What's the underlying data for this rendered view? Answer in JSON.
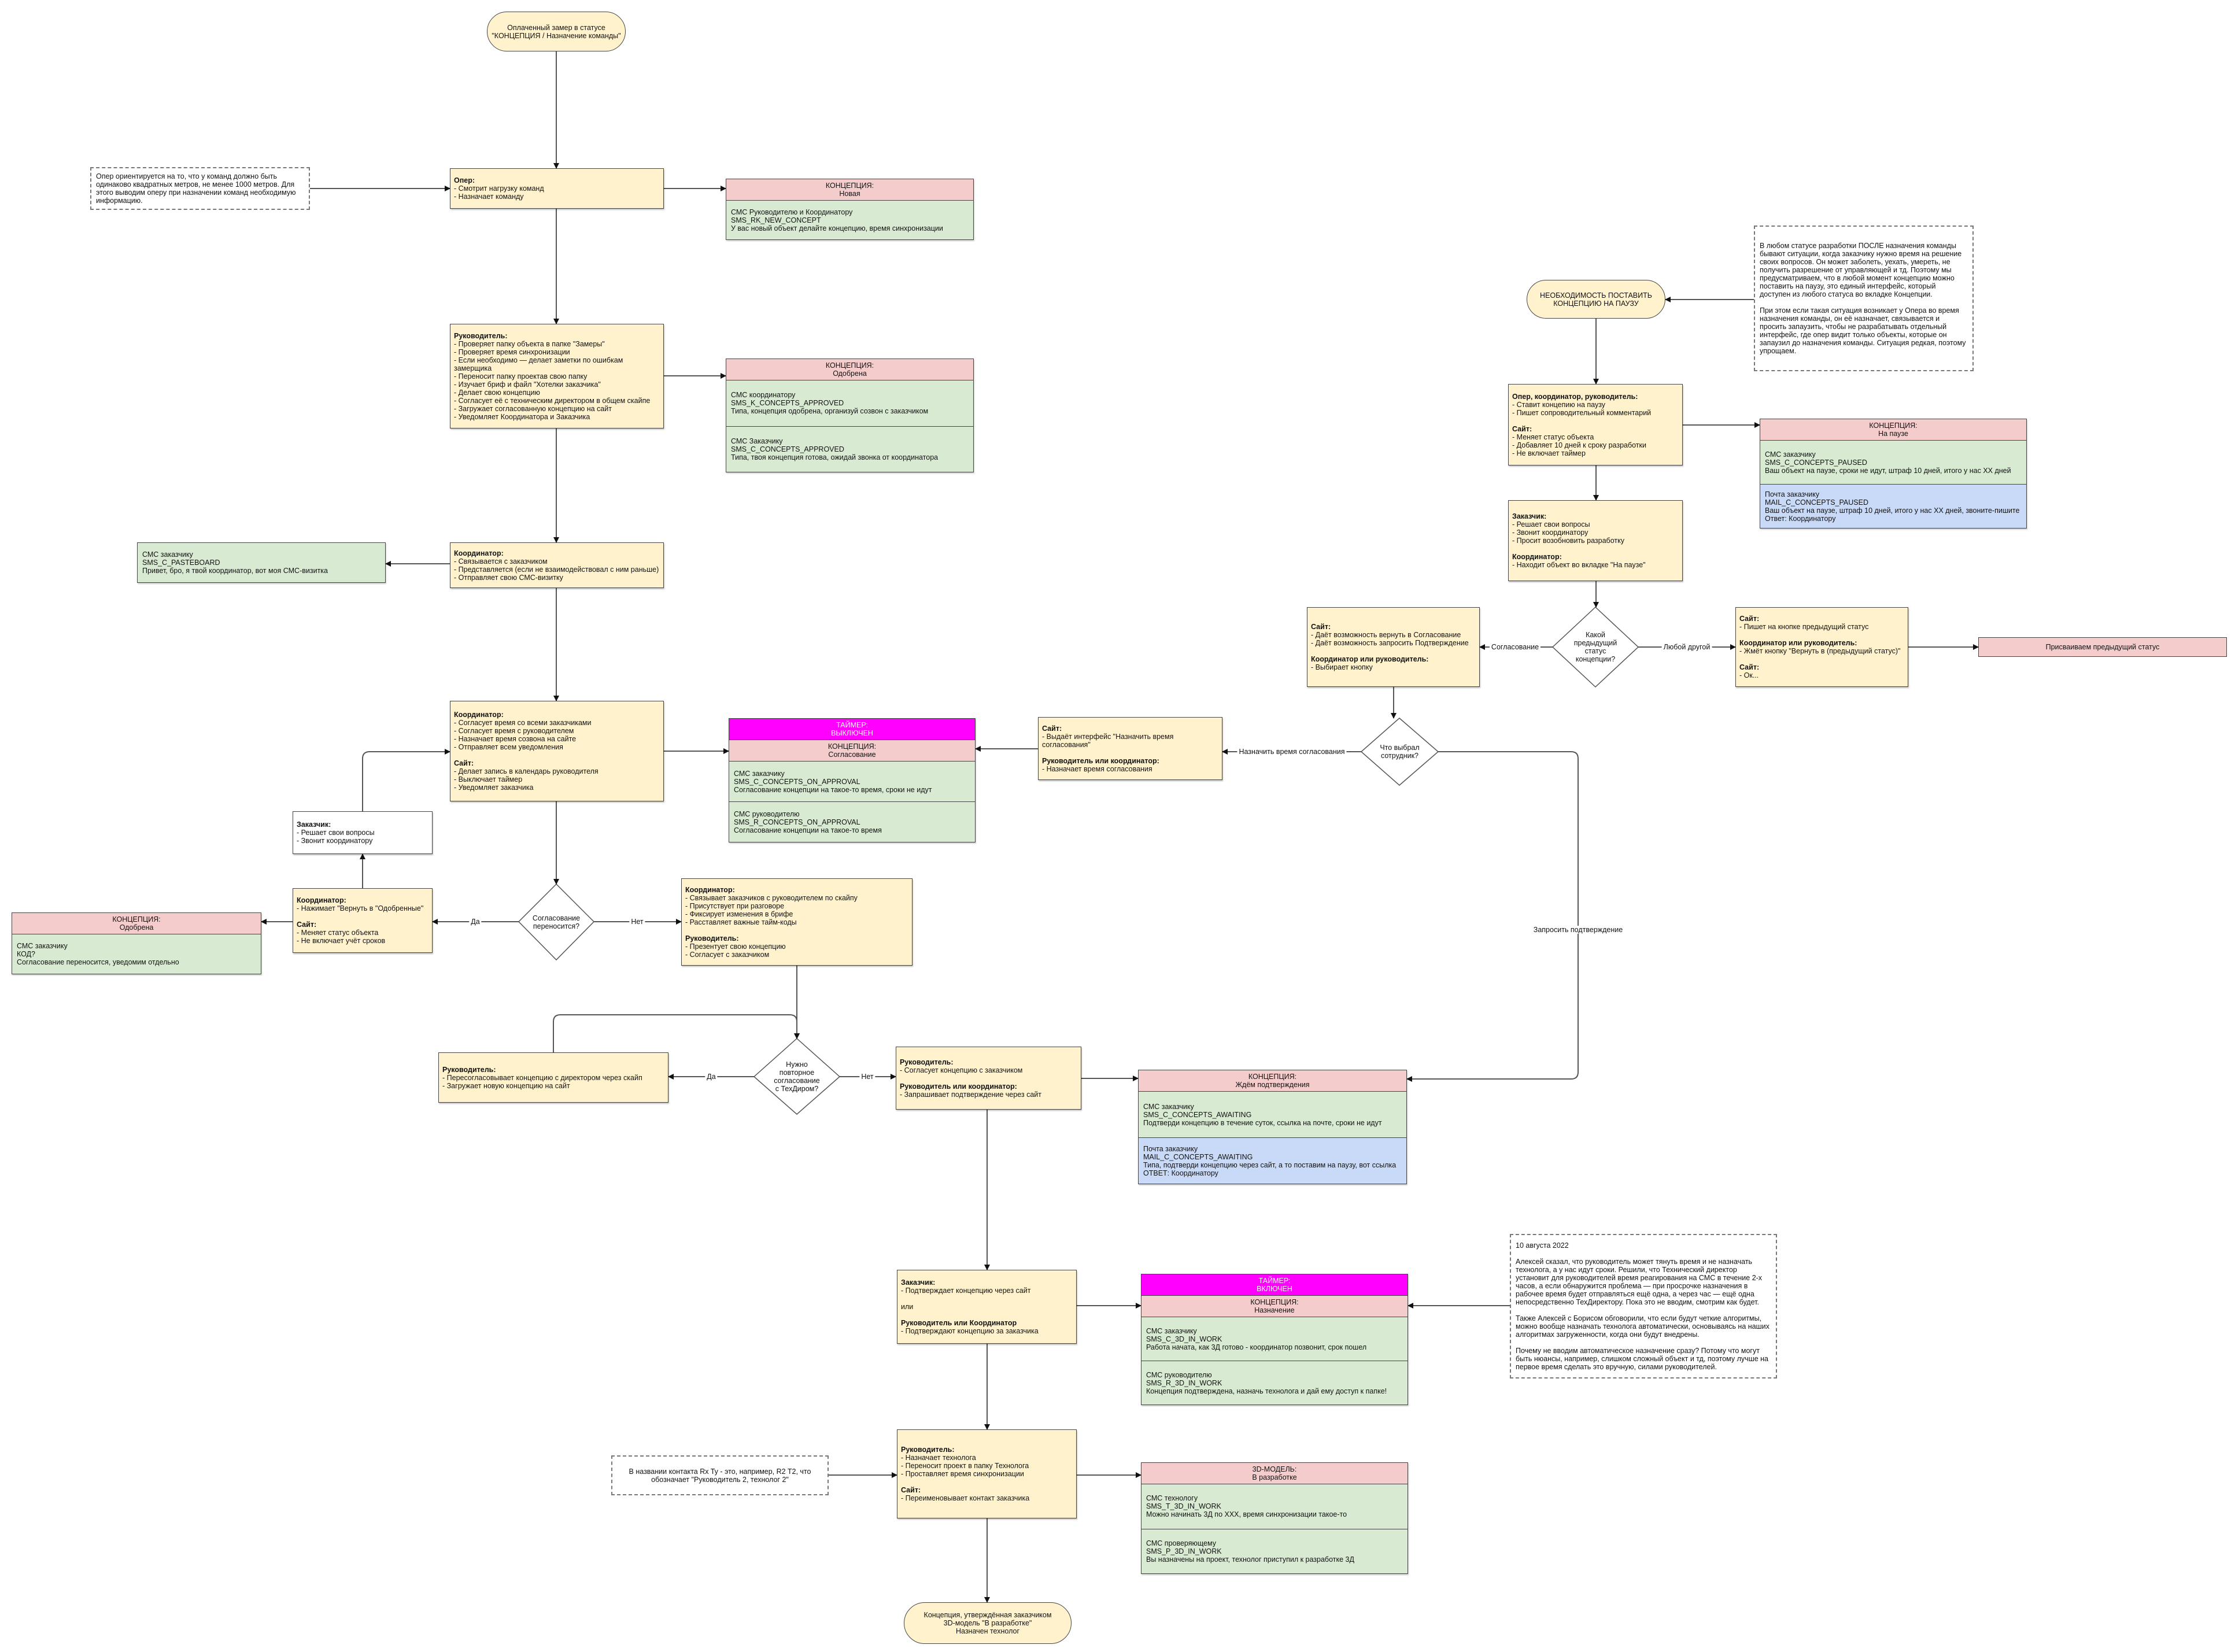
{
  "colors": {
    "process": "#fff2cc",
    "status": "#f4cccc",
    "sms": "#d9ead3",
    "mail": "#c9daf8",
    "timer": "#ff00ff"
  },
  "start": {
    "lines": [
      "Оплаченный замер в статусе",
      "\"КОНЦЕПЦИЯ / Назначение команды\""
    ]
  },
  "note_oper": {
    "paragraphs": [
      "Опер ориентируется на то, что у команд должно быть одинаково квадратных метров, не менее 1000 метров. Для этого выводим оперу при назначении команд необходимую информацию."
    ]
  },
  "oper": {
    "sections": [
      {
        "title": "Опер:",
        "items": [
          "- Смотрит нагрузку команд",
          "- Назначает команду"
        ]
      }
    ]
  },
  "card_new": {
    "header": {
      "label": "КОНЦЕПЦИЯ:",
      "value": "Новая"
    },
    "messages": [
      {
        "type": "green",
        "lines": [
          "СМС Руководителю и Координатору",
          "SMS_RK_NEW_CONCEPT",
          "У вас новый объект делайте концепцию, время синхронизации"
        ]
      }
    ]
  },
  "ruk1": {
    "sections": [
      {
        "title": "Руководитель:",
        "items": [
          "- Проверяет папку объекта в папке \"Замеры\"",
          "- Проверяет время синхронизации",
          "- Если необходимо — делает заметки по ошибкам замерщика",
          "- Переносит папку проектав свою папку",
          "- Изучает бриф и файл \"Хотелки заказчика\"",
          "- Делает свою концепцию",
          "- Согласует её с техническим директором в общем скайпе",
          "- Загружает согласованную концепцию на сайт",
          "- Уведомляет Координатора и Заказчика"
        ]
      }
    ]
  },
  "card_approved": {
    "header": {
      "label": "КОНЦЕПЦИЯ:",
      "value": "Одобрена"
    },
    "messages": [
      {
        "type": "green",
        "lines": [
          "СМС координатору",
          "SMS_K_CONCEPTS_APPROVED",
          "Типа, концепция одобрена, организуй созвон с заказчиком"
        ]
      },
      {
        "type": "green",
        "lines": [
          "СМС Заказчику",
          "SMS_C_CONCEPTS_APPROVED",
          "Типа, твоя концепция готова, ожидай звонка от координатора"
        ]
      }
    ]
  },
  "sms_pasteboard": {
    "messages": [
      {
        "type": "green",
        "lines": [
          "СМС заказчику",
          "SMS_C_PASTEBOARD",
          "Привет, бро, я твой координатор, вот моя СМС-визитка"
        ]
      }
    ]
  },
  "koord1": {
    "sections": [
      {
        "title": "Координатор:",
        "items": [
          "- Связывается с заказчиком",
          "- Представляется (если не взаимодействовал с ним раньше)",
          "- Отправляет свою СМС-визитку"
        ]
      }
    ]
  },
  "koord2": {
    "sections": [
      {
        "title": "Координатор:",
        "items": [
          "- Согласует время со всеми заказчиками",
          "- Согласует время с руководителем",
          "- Назначает время созвона на сайте",
          "- Отправляет всем уведомления"
        ]
      },
      {
        "title": "Сайт:",
        "items": [
          "- Делает запись в календарь руководителя",
          "- Выключает таймер",
          "- Уведомляет заказчика"
        ]
      }
    ]
  },
  "card_on_approval": {
    "timer": {
      "label": "ТАЙМЕР:",
      "value": "ВЫКЛЮЧЕН"
    },
    "header": {
      "label": "КОНЦЕПЦИЯ:",
      "value": "Согласование"
    },
    "messages": [
      {
        "type": "green",
        "lines": [
          "СМС заказчику",
          "SMS_C_CONCEPTS_ON_APPROVAL",
          "Согласование концепции на такое-то время, сроки не идут"
        ]
      },
      {
        "type": "green",
        "lines": [
          "СМС руководителю",
          "SMS_R_CONCEPTS_ON_APPROVAL",
          "Согласование концепции на такое-то время"
        ]
      }
    ]
  },
  "site_interface": {
    "sections": [
      {
        "title": "Сайт:",
        "items": [
          "- Выдаёт интерфейс \"Назначить время согласования\""
        ]
      },
      {
        "title": "Руководитель или координатор:",
        "items": [
          "- Назначает время согласования"
        ]
      }
    ]
  },
  "client_questions": {
    "sections": [
      {
        "title": "Заказчик:",
        "items": [
          "- Решает свои вопросы",
          "- Звонит координатору"
        ]
      }
    ]
  },
  "koord_return": {
    "sections": [
      {
        "title": "Координатор:",
        "items": [
          "- Нажимает \"Вернуть в \"Одобренные\""
        ]
      },
      {
        "title": "Сайт:",
        "items": [
          "- Меняет статус объекта",
          "- Не включает учёт сроков"
        ]
      }
    ]
  },
  "card_approved_small": {
    "header": {
      "label": "КОНЦЕПЦИЯ:",
      "value": "Одобрена"
    },
    "messages": [
      {
        "type": "green",
        "lines": [
          "СМС заказчику",
          "КОД?",
          "Согласование переносится, уведомим отдельно"
        ]
      }
    ]
  },
  "dec_postponed": {
    "lines": [
      "Согласование",
      "переносится?"
    ]
  },
  "koord_call": {
    "sections": [
      {
        "title": "Координатор:",
        "items": [
          "- Связывает заказчиков с руководителем по скайпу",
          "- Присутствует при разговоре",
          "- Фиксирует изменения в брифе",
          "- Расставляет важные тайм-коды"
        ]
      },
      {
        "title": "Руководитель:",
        "items": [
          "- Презентует свою концепцию",
          "- Согласует с заказчиком"
        ]
      }
    ]
  },
  "dec_reapprove": {
    "lines": [
      "Нужно",
      "повторное",
      "согласование",
      "с ТехДиром?"
    ]
  },
  "ruk_reapprove": {
    "sections": [
      {
        "title": "Руководитель:",
        "items": [
          "- Пересогласовывает концепцию с директором через скайп",
          "- Загружает новую концепцию на сайт"
        ]
      }
    ]
  },
  "ruk_agree": {
    "sections": [
      {
        "title": "Руководитель:",
        "items": [
          "- Согласует концепцию с заказчиком"
        ]
      },
      {
        "title": "Руководитель или координатор:",
        "items": [
          "- Запрашивает подтверждение через сайт"
        ]
      }
    ]
  },
  "card_awaiting": {
    "header": {
      "label": "КОНЦЕПЦИЯ:",
      "value": "Ждём подтверждения"
    },
    "messages": [
      {
        "type": "green",
        "lines": [
          "СМС заказчику",
          "SMS_C_CONCEPTS_AWAITING",
          "Подтверди концепцию в течение суток, ссылка на почте, сроки не идут"
        ]
      },
      {
        "type": "blue",
        "lines": [
          "Почта заказчику",
          "MAIL_C_CONCEPTS_AWAITING",
          "Типа, подтверди концепцию через сайт, а то поставим на паузу, вот ссылка",
          "ОТВЕТ: Координатору"
        ]
      }
    ]
  },
  "client_confirm": {
    "sections": [
      {
        "title": "Заказчик:",
        "items": [
          "- Подтверждает концепцию через сайт"
        ]
      },
      {
        "title": "",
        "items": [
          "или"
        ]
      },
      {
        "title": "Руководитель или Координатор",
        "items": [
          "- Подтверждают концепцию за заказчика"
        ]
      }
    ]
  },
  "card_assign": {
    "timer": {
      "label": "ТАЙМЕР:",
      "value": "ВКЛЮЧЕН"
    },
    "header": {
      "label": "КОНЦЕПЦИЯ:",
      "value": "Назначение"
    },
    "messages": [
      {
        "type": "green",
        "lines": [
          "СМС заказчику",
          "SMS_C_3D_IN_WORK",
          "Работа начата, как 3Д готово - координатор позвонит, срок пошел"
        ]
      },
      {
        "type": "green",
        "lines": [
          "СМС руководителю",
          "SMS_R_3D_IN_WORK",
          "Концепция подтверждена, назначь технолога и дай ему доступ к папке!"
        ]
      }
    ]
  },
  "note_aug": {
    "paragraphs": [
      "10 августа 2022",
      "Алексей сказал, что руководитель может тянуть время и не назначать технолога, а у нас идут сроки. Решили, что Технический директор установит для руководителей время реагирования на СМС в течение 2-х часов, а если обнаружится проблема — при просрочке назначения в рабочее время будет отправляться ещё одна, а через час — ещё одна непосредственно ТехДиректору. Пока это не вводим, смотрим как будет.",
      "Также Алексей с Борисом обговорили, что если будут четкие алгоритмы, можно вообще назначать технолога автоматически, основываясь на наших алгоритмах загруженности, когда они будут внедрены.",
      "Почему не вводим автоматическое назначение сразу? Потому что могут быть нюансы, например, слишком сложный объект и тд, поэтому лучше на первое время сделать это вручную, силами руководителей."
    ]
  },
  "ruk_tech": {
    "sections": [
      {
        "title": "Руководитель:",
        "items": [
          "- Назначает технолога",
          "- Переносит проект в папку Технолога",
          "- Проставляет время синхронизации"
        ]
      },
      {
        "title": "Сайт:",
        "items": [
          "- Переименовывает контакт заказчика"
        ]
      }
    ]
  },
  "note_rx": {
    "paragraphs": [
      "В названии контакта Rx Ty - это, например, R2 T2, что обозначает \"Руководитель 2, технолог 2\""
    ]
  },
  "card_3d": {
    "header": {
      "label": "3D-МОДЕЛЬ:",
      "value": "В разработке"
    },
    "messages": [
      {
        "type": "green",
        "lines": [
          "СМС технологу",
          "SMS_T_3D_IN_WORK",
          "Можно начинать 3Д по XXX, время синхронизации такое-то"
        ]
      },
      {
        "type": "green",
        "lines": [
          "СМС проверяющему",
          "SMS_P_3D_IN_WORK",
          "Вы назначены на проект, технолог приступил к разработке 3Д"
        ]
      }
    ]
  },
  "end": {
    "lines": [
      "Концепция, утверждённая заказчиком",
      "3D-модель \"В разработке\"",
      "Назначен технолог"
    ]
  },
  "pause_start": {
    "lines": [
      "НЕОБХОДИМОСТЬ ПОСТАВИТЬ",
      "КОНЦЕПЦИЮ НА ПАУЗУ"
    ]
  },
  "note_pause": {
    "paragraphs": [
      "В любом статусе разработки ПОСЛЕ назначения команды бывают ситуации, когда заказчику нужно время на решение своих вопросов. Он может заболеть, уехать, умереть, не получить разрешение от управляющей и тд. Поэтому мы предусматриваем, что в любой момент концепцию можно поставить на паузу, это единый интерфейс, который доступен из любого статуса во вкладке Концепции.",
      "При этом если такая ситуация возникает у Опера во время назначения команды, он её назначает, связывается и просить запаузить, чтобы не разрабатывать отдельный интерфейс, где опер видит только объекты, которые он запаузил до назначения команды. Ситуация редкая, поэтому упрощаем."
    ]
  },
  "pause_proc": {
    "sections": [
      {
        "title": "Опер, координатор, руководитель:",
        "items": [
          "- Ставит концепию на паузу",
          "- Пишет сопроводительный комментарий"
        ]
      },
      {
        "title": "Сайт:",
        "items": [
          "- Меняет статус объекта",
          "- Добавляет 10 дней к сроку разработки",
          "- Не включает таймер"
        ]
      }
    ]
  },
  "card_paused": {
    "header": {
      "label": "КОНЦЕПЦИЯ:",
      "value": "На паузе"
    },
    "messages": [
      {
        "type": "green",
        "lines": [
          "СМС заказчику",
          "SMS_C_CONCEPTS_PAUSED",
          "Ваш объект на паузе, сроки не идут, штраф 10 дней, итого у нас XX дней"
        ]
      },
      {
        "type": "blue",
        "lines": [
          "Почта заказчику",
          "MAIL_C_CONCEPTS_PAUSED",
          "Ваш объект на паузе, штраф 10 дней, итого у нас XX дней, звоните-пишите",
          "Ответ: Координатору"
        ]
      }
    ]
  },
  "client_resume": {
    "sections": [
      {
        "title": "Заказчик:",
        "items": [
          "- Решает свои вопросы",
          "- Звонит координатору",
          "- Просит возобновить разработку"
        ]
      },
      {
        "title": "Координатор:",
        "items": [
          "- Находит объект во вкладке \"На паузе\""
        ]
      }
    ]
  },
  "dec_prev": {
    "lines": [
      "Какой",
      "предыдущий",
      "статус",
      "концепции?"
    ]
  },
  "site_choice": {
    "sections": [
      {
        "title": "Сайт:",
        "items": [
          "- Даёт возможность вернуть в Согласование",
          "- Даёт возможность запросить Подтверждение"
        ]
      },
      {
        "title": "Координатор или руководитель:",
        "items": [
          "- Выбирает кнопку"
        ]
      }
    ]
  },
  "site_prev": {
    "sections": [
      {
        "title": "Сайт:",
        "items": [
          "- Пишет на кнопке предыдущий статус"
        ]
      },
      {
        "title": "Координатор или руководитель:",
        "items": [
          "- Жмёт кнопку \"Вернуть в (предыдущий статус)\""
        ]
      },
      {
        "title": "Сайт:",
        "items": [
          "- Ок..."
        ]
      }
    ]
  },
  "assign_prev": {
    "label": "Присваиваем предыдущий статус"
  },
  "dec_choice": {
    "lines": [
      "Что выбрал",
      "сотрудник?"
    ]
  },
  "edge_labels": {
    "yes1": "Да",
    "no1": "Нет",
    "yes2": "Да",
    "no2": "Нет",
    "approval": "Согласование",
    "any_other": "Любой другой",
    "set_time": "Назначить время согласования",
    "request_confirm": "Запросить подтверждение"
  }
}
